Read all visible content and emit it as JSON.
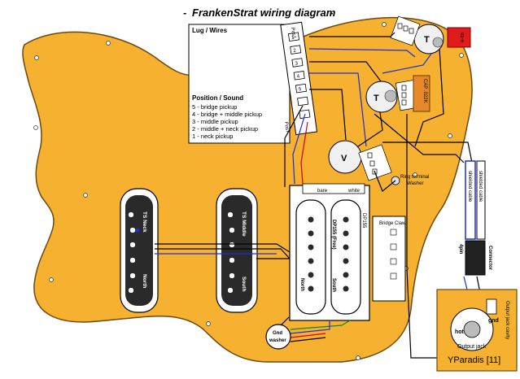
{
  "title": "FrankenStrat wiring diagram",
  "legend": {
    "header": "Lug / Wires",
    "position_header": "Position / Sound",
    "positions": [
      "5 - bridge pickup",
      "4 - bridge + middle pickup",
      "3 - middle pickup",
      "2 - middle + neck pickup",
      "1 - neck pickup"
    ]
  },
  "switch": {
    "pos_top": "Pos1",
    "pos_bottom": "Pos7",
    "lug_numbers": [
      "1",
      "2",
      "3",
      "4",
      "5"
    ]
  },
  "controls": {
    "tone_knob": "T",
    "tone_knob_2": "T",
    "volume_knob": "V",
    "capacitor": "CAP .022K",
    "switch_box": "e-tto"
  },
  "pickups": {
    "neck": "TS Neck",
    "middle": "TS Middle",
    "neck_north": "North",
    "middle_south": "South",
    "humbucker_left_north": "North",
    "humbucker_right_south": "South",
    "humbucker_name": "DP155 (Free)",
    "humbucker_side": "DP155",
    "bridge_plate": "Bridge Claw",
    "bare": "bare",
    "white": "white"
  },
  "hardware": {
    "ring_terminal": "Ring terminal",
    "washer": "Washer",
    "gnd_washer_1": "Gnd",
    "gnd_washer_2": "washer",
    "connector": "Connector",
    "connector_pin": "4pin",
    "cable_1": "shielded cable",
    "cable_2": "shielded cable"
  },
  "output": {
    "hot": "hot",
    "gnd": "gnd",
    "jack_label": "Output jack",
    "cavity_label": "Output jack cavity",
    "credit": "YParadis [11]"
  },
  "colors": {
    "pickguard": "#f5b12f",
    "pickup_body": "#2a2a2a",
    "humbucker_body": "#ffffff",
    "wire_black": "#000000",
    "wire_blue": "#1c2fd6",
    "wire_red": "#d40000",
    "wire_green": "#0a8a2a",
    "switch_box": "#e11b1b",
    "cap": "#e5892a"
  }
}
